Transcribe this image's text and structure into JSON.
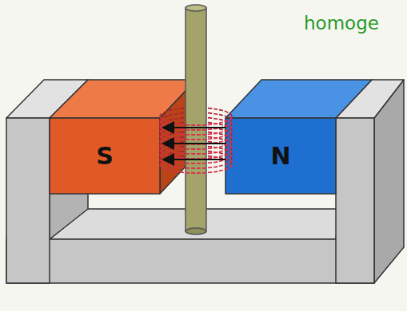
{
  "diagram": {
    "nodes": [
      {
        "text": [
          "S"
        ]
      },
      {
        "text": [
          "N"
        ]
      }
    ],
    "labels": [
      "homoge"
    ]
  }
}
